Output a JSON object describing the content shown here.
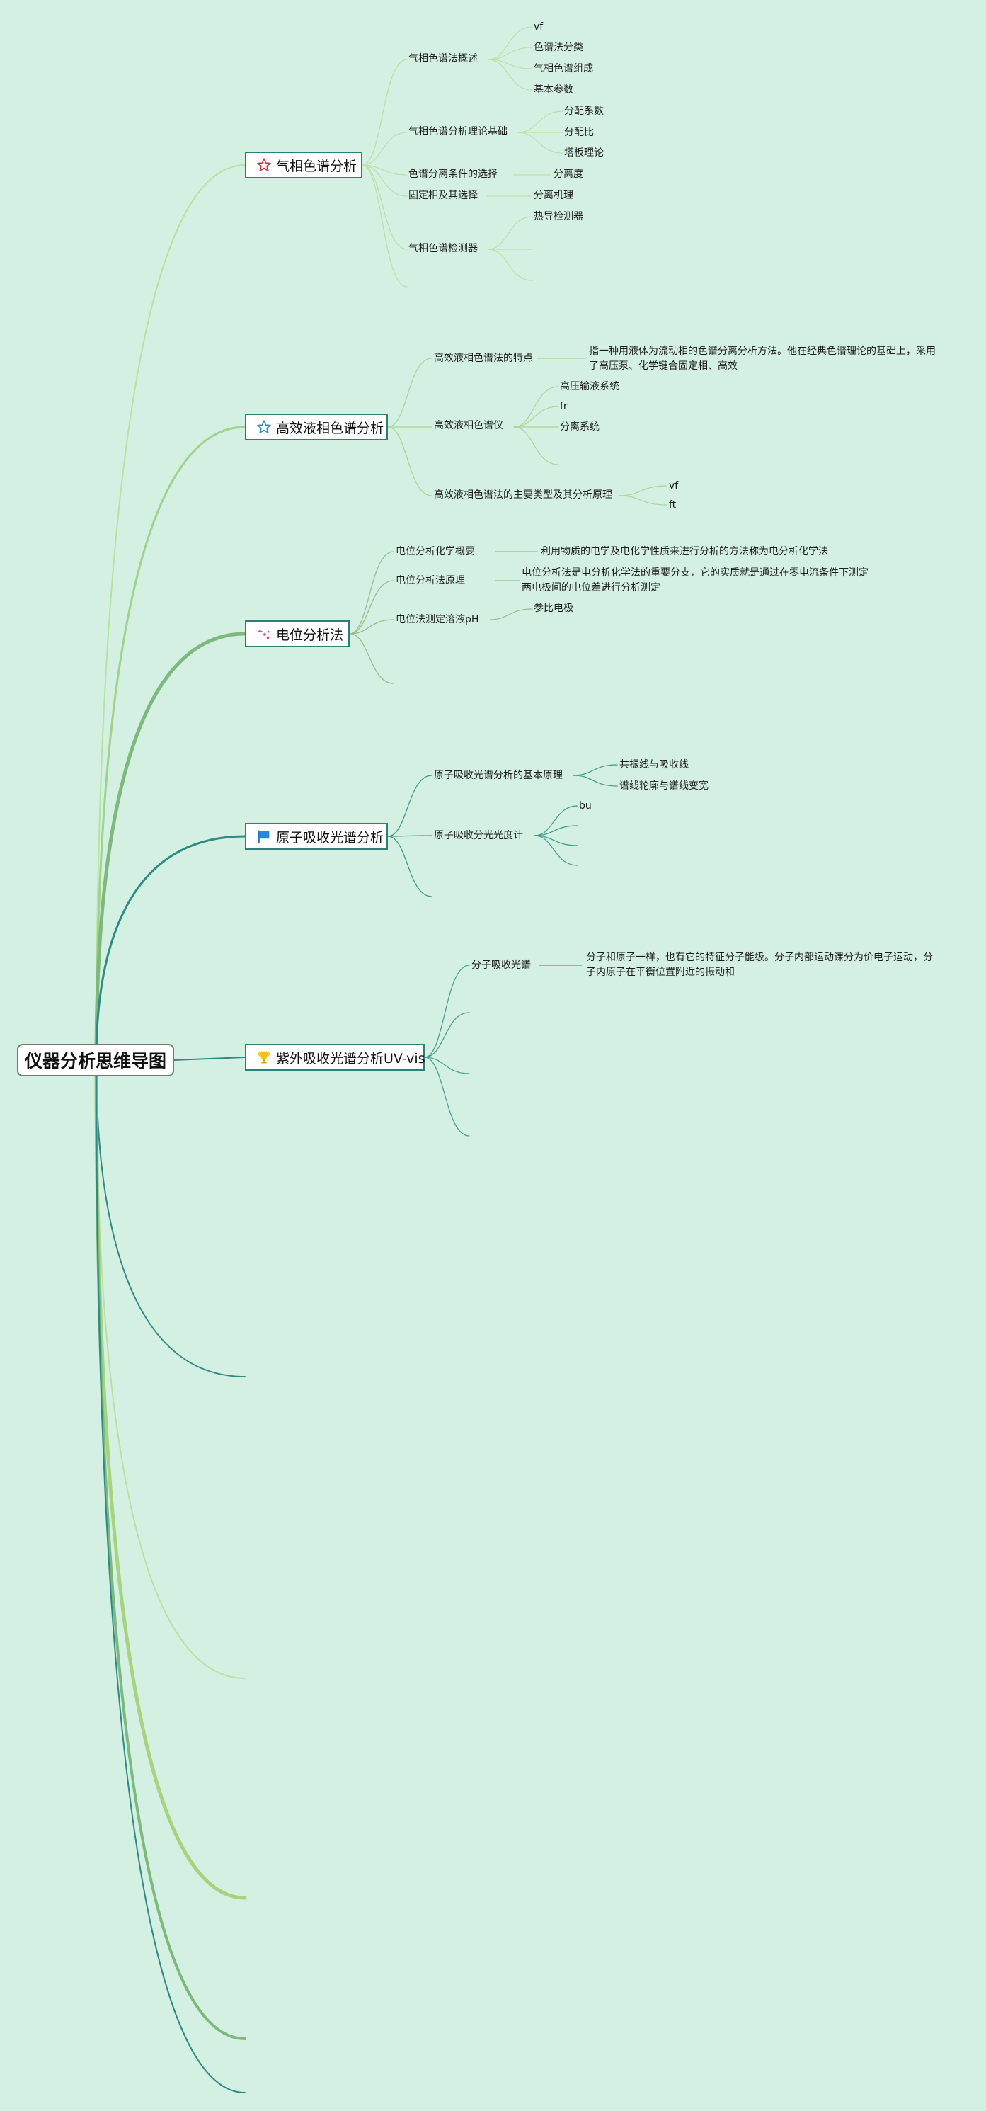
{
  "root": {
    "title": "仪器分析思维导图"
  },
  "colors": {
    "background": "#d4f0e2",
    "border": "#2f7d78"
  },
  "branches": [
    {
      "label": "气相色谱分析",
      "icon": "star-outline-red-icon",
      "topics": [
        {
          "label": "气相色谱法概述",
          "children": [
            "vf",
            "色谱法分类",
            "气相色谱组成",
            "基本参数"
          ]
        },
        {
          "label": "气相色谱分析理论基础",
          "children": [
            "分配系数",
            "分配比",
            "塔板理论"
          ]
        },
        {
          "label": "色谱分离条件的选择",
          "children": [
            "分离度"
          ]
        },
        {
          "label": "固定相及其选择",
          "children": [
            "分离机理"
          ]
        },
        {
          "label": "气相色谱检测器",
          "children": [
            "热导检测器"
          ]
        }
      ]
    },
    {
      "label": "高效液相色谱分析",
      "icon": "star-outline-blue-icon",
      "topics": [
        {
          "label": "高效液相色谱法的特点",
          "children": [
            "指一种用液体为流动相的色谱分离分析方法。他在经典色谱理论的基础上，采用了高压泵、化学键合固定相、高效"
          ]
        },
        {
          "label": "高效液相色谱仪",
          "children": [
            "高压输液系统",
            "fr",
            "分离系统"
          ]
        },
        {
          "label": "高效液相色谱法的主要类型及其分析原理",
          "children": [
            "vf",
            "ft"
          ]
        }
      ]
    },
    {
      "label": "电位分析法",
      "icon": "sparkle-icon",
      "topics": [
        {
          "label": "电位分析化学概要",
          "children": [
            "利用物质的电学及电化学性质来进行分析的方法称为电分析化学法"
          ]
        },
        {
          "label": "电位分析法原理",
          "children": [
            "电位分析法是电分析化学法的重要分支，它的实质就是通过在零电流条件下测定两电极间的电位差进行分析测定"
          ]
        },
        {
          "label": "电位法测定溶液pH",
          "children": [
            "参比电极"
          ]
        }
      ]
    },
    {
      "label": "原子吸收光谱分析",
      "icon": "flag-icon",
      "topics": [
        {
          "label": "原子吸收光谱分析的基本原理",
          "children": [
            "共振线与吸收线",
            "谱线轮廓与谱线变宽"
          ]
        },
        {
          "label": "原子吸收分光光度计",
          "children": [
            "bu"
          ]
        }
      ]
    },
    {
      "label": "紫外吸收光谱分析UV-vis",
      "icon": "trophy-icon",
      "topics": [
        {
          "label": "分子吸收光谱",
          "children": [
            "分子和原子一样，也有它的特征分子能级。分子内部运动课分为价电子运动，分子内原子在平衡位置附近的振动和"
          ]
        }
      ]
    }
  ]
}
